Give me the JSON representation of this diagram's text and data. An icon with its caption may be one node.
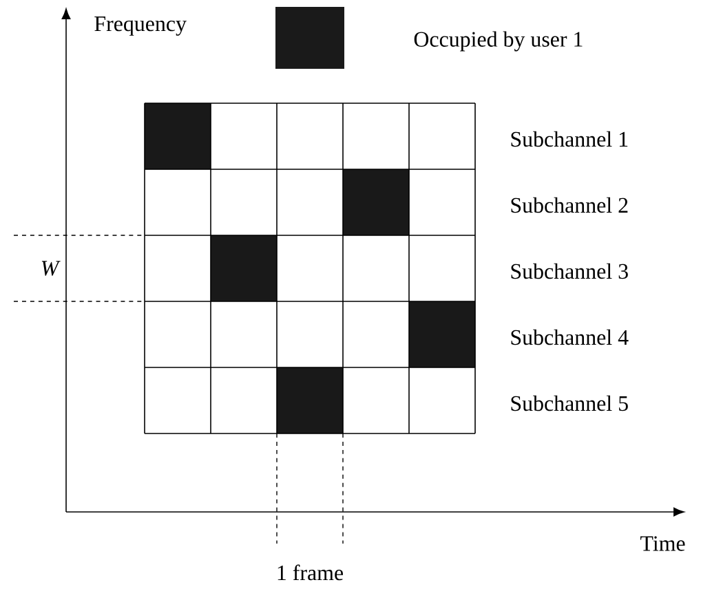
{
  "diagram": {
    "labels": [
      "Frequency",
      "Subchannel 1",
      "Subchannel 2",
      "Subchannel 3",
      "Subchannel 4",
      "Subchannel 5",
      "W",
      "Time",
      "1 frame"
    ],
    "legend": [
      {
        "text": "Occupied by user 1",
        "color": "#1a1a1a"
      }
    ]
  }
}
